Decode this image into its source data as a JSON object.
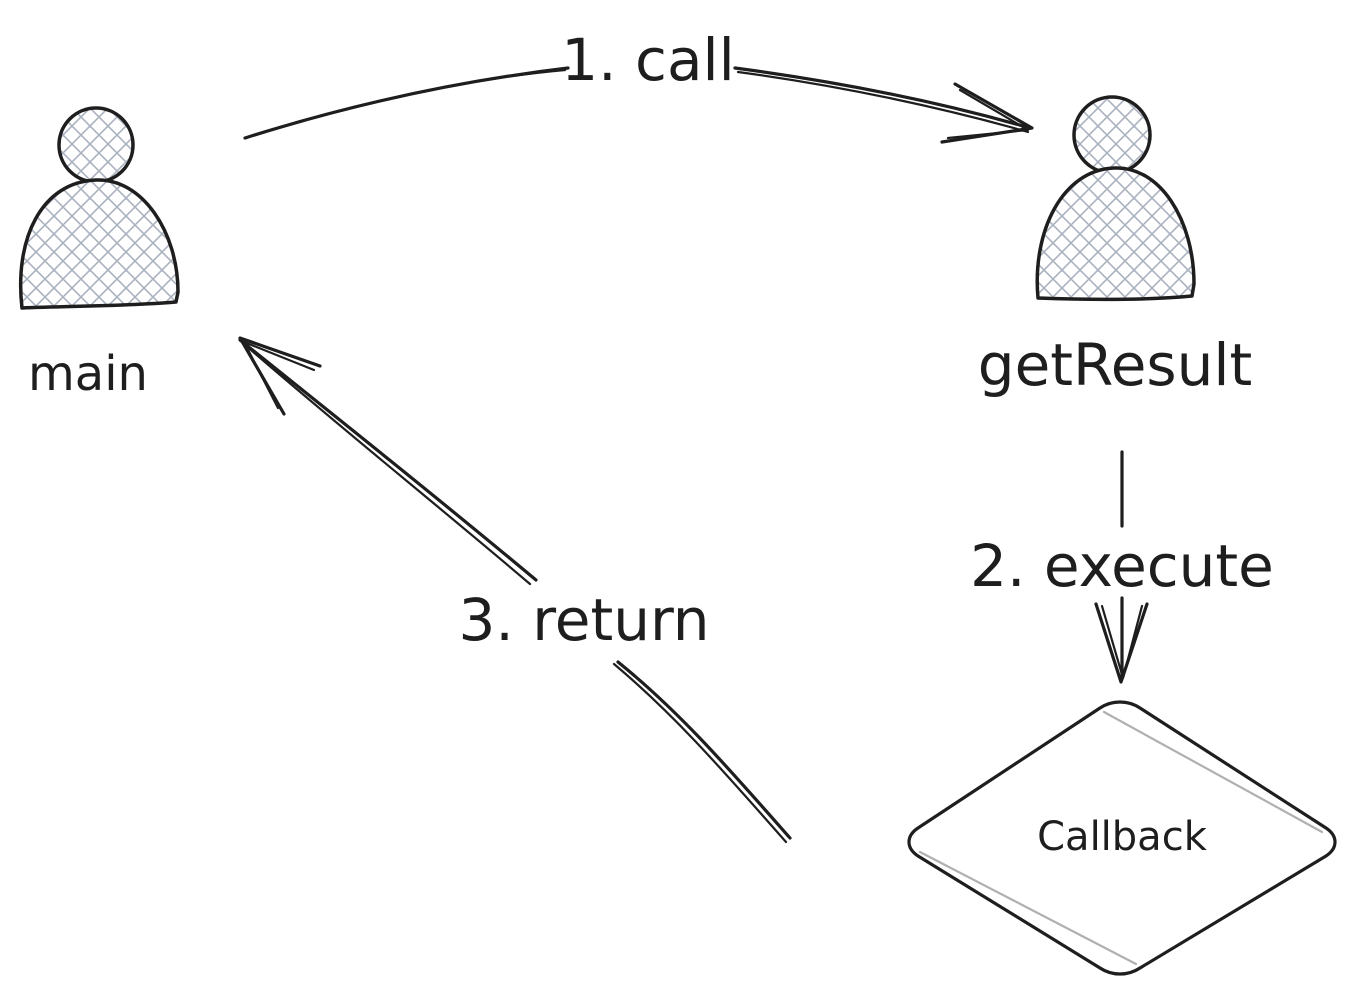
{
  "nodes": {
    "main": {
      "label": "main"
    },
    "getResult": {
      "label": "getResult"
    },
    "callback": {
      "label": "Callback"
    }
  },
  "edges": {
    "call": {
      "label": "1. call"
    },
    "execute": {
      "label": "2. execute"
    },
    "return": {
      "label": "3. return"
    }
  },
  "colors": {
    "stroke": "#1e1e1e",
    "hatch": "#aab2c0",
    "background": "#ffffff"
  }
}
